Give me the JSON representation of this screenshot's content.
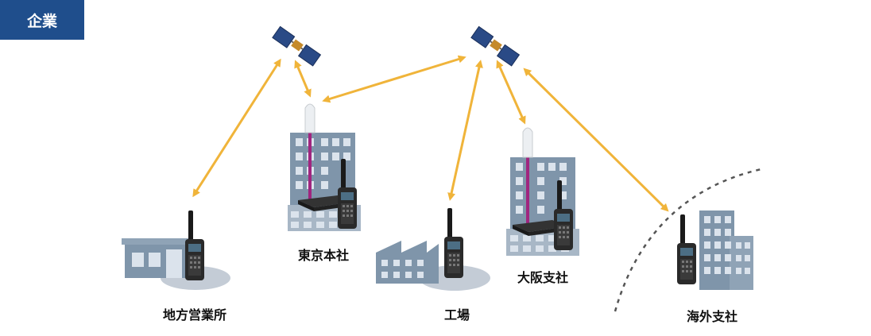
{
  "category": {
    "label": "企業"
  },
  "sites": {
    "regional": {
      "label": "地方営業所"
    },
    "tokyo": {
      "label": "東京本社"
    },
    "factory": {
      "label": "工場"
    },
    "osaka": {
      "label": "大阪支社"
    },
    "overseas": {
      "label": "海外支社"
    }
  },
  "colors": {
    "accent": "#1f4e8c",
    "arrow": "#f0b43a",
    "building": "#7f95aa",
    "window": "#dbe3ec",
    "antenna_cable": "#a0257f",
    "ground_shadow": "#c4ccd6"
  },
  "icons": [
    "satellite-icon",
    "handheld-radio-icon",
    "building-icon",
    "factory-icon",
    "antenna-icon"
  ]
}
